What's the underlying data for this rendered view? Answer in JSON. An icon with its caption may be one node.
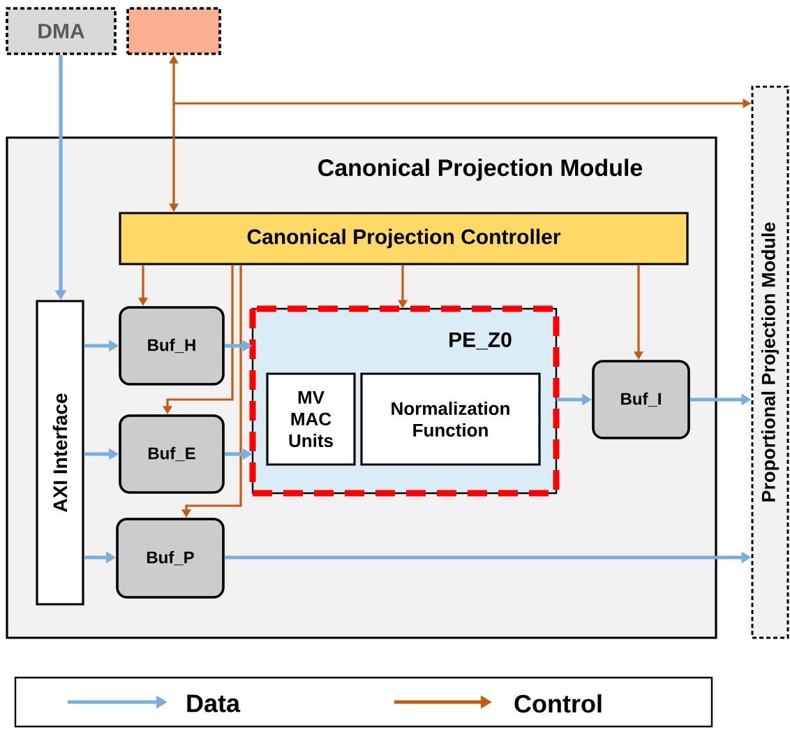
{
  "diagram": {
    "nodes": [
      {
        "text": [
          "DMA"
        ]
      },
      {
        "text": [],
        "shape": "box"
      },
      {
        "text": [
          "Proportional Projection Module"
        ]
      },
      {
        "text": [
          "Canonical Projection Module"
        ]
      },
      {
        "text": [
          "Canonical Projection Controller"
        ],
        "in": 3
      },
      {
        "text": [
          "AXI Interface"
        ],
        "in": 3
      },
      {
        "text": [
          "Buf_H"
        ],
        "in": 3
      },
      {
        "text": [
          "Buf_E"
        ],
        "in": 3
      },
      {
        "text": [
          "Buf_P"
        ],
        "in": 3
      },
      {
        "text": [
          "PE_Z0"
        ],
        "in": 3
      },
      {
        "text": [
          "MV MAC Units"
        ],
        "in": 9
      },
      {
        "text": [
          "Normalization Function"
        ],
        "in": 9
      },
      {
        "text": [
          "Buf_I"
        ],
        "in": 3
      }
    ],
    "edges": [
      {
        "from": 0,
        "to": 5,
        "arrow": "to"
      },
      {
        "from": 1,
        "to": 4,
        "arrow": "both",
        "color": "#c55a11"
      },
      {
        "from": 1,
        "to": 2,
        "arrow": "to",
        "color": "#c55a11"
      },
      {
        "from": 4,
        "to": 6,
        "arrow": "to",
        "color": "#c55a11"
      },
      {
        "from": 4,
        "to": 7,
        "arrow": "to",
        "color": "#c55a11"
      },
      {
        "from": 4,
        "to": 8,
        "arrow": "to",
        "color": "#c55a11"
      },
      {
        "from": 4,
        "to": 9,
        "arrow": "to",
        "color": "#c55a11"
      },
      {
        "from": 4,
        "to": 12,
        "arrow": "to",
        "color": "#c55a11"
      },
      {
        "from": 5,
        "to": 6,
        "arrow": "to"
      },
      {
        "from": 5,
        "to": 7,
        "arrow": "to"
      },
      {
        "from": 5,
        "to": 8,
        "arrow": "to"
      },
      {
        "from": 6,
        "to": 9,
        "arrow": "to"
      },
      {
        "from": 7,
        "to": 9,
        "arrow": "to"
      },
      {
        "from": 9,
        "to": 12,
        "arrow": "to"
      },
      {
        "from": 12,
        "to": 2,
        "arrow": "to"
      },
      {
        "from": 8,
        "to": 2,
        "arrow": "to"
      }
    ],
    "legend": [
      {
        "text": "Data"
      },
      {
        "text": "Control"
      }
    ]
  }
}
